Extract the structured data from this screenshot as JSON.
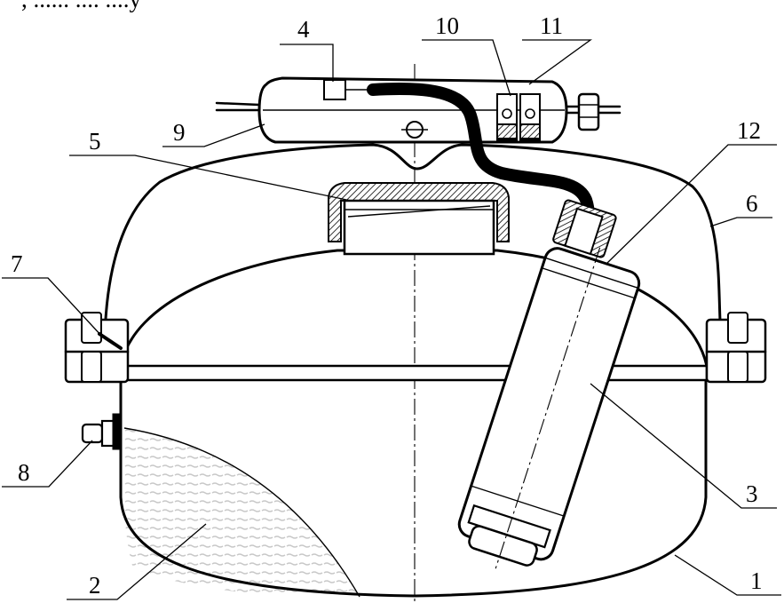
{
  "figure": {
    "top_caption": ", ...... .... ....y",
    "callouts": [
      "1",
      "2",
      "3",
      "4",
      "5",
      "6",
      "7",
      "8",
      "9",
      "10",
      "11",
      "12"
    ]
  }
}
